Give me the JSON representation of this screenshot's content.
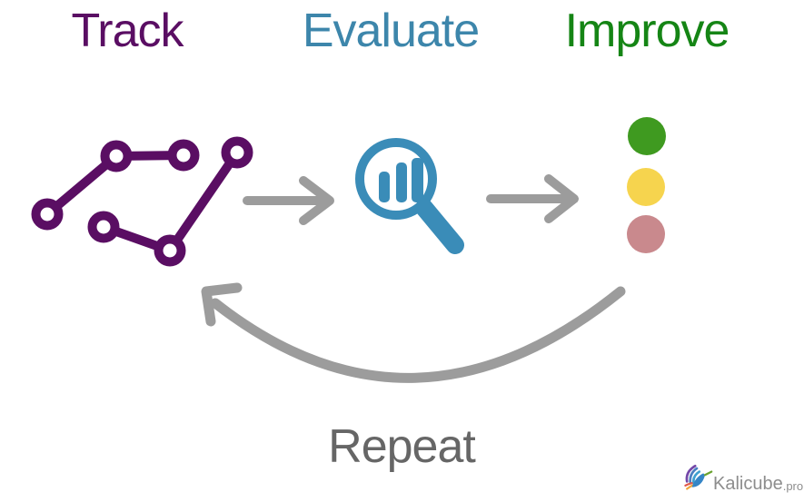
{
  "steps": [
    {
      "label": "Track",
      "color": "#5a0e63",
      "icon": "line-chart-icon"
    },
    {
      "label": "Evaluate",
      "color": "#3d86ab",
      "icon": "magnifier-chart-icon"
    },
    {
      "label": "Improve",
      "color": "#158515",
      "icon": "status-dots-icon"
    }
  ],
  "repeat": {
    "label": "Repeat",
    "icon": "curved-arrow-icon"
  },
  "connectors": {
    "icon": "arrow-right-icon"
  },
  "status_dots": [
    {
      "name": "green-dot",
      "color": "#3f9a20"
    },
    {
      "name": "yellow-dot",
      "color": "#f6d44e"
    },
    {
      "name": "pink-dot",
      "color": "#c9898d"
    }
  ],
  "logo": {
    "brand": "Kalicube",
    "tld": ".pro",
    "icon": "hummingbird-icon"
  },
  "colors": {
    "track_purple": "#5a0e63",
    "evaluate_blue": "#3d86ab",
    "improve_green": "#158515",
    "icon_blue": "#3a8cb8",
    "arrow_gray": "#9c9c9c",
    "repeat_gray": "#666666",
    "dot_green": "#3f9a20",
    "dot_yellow": "#f6d44e",
    "dot_pink": "#c9898d",
    "logo_gray": "#8d8d8d"
  }
}
